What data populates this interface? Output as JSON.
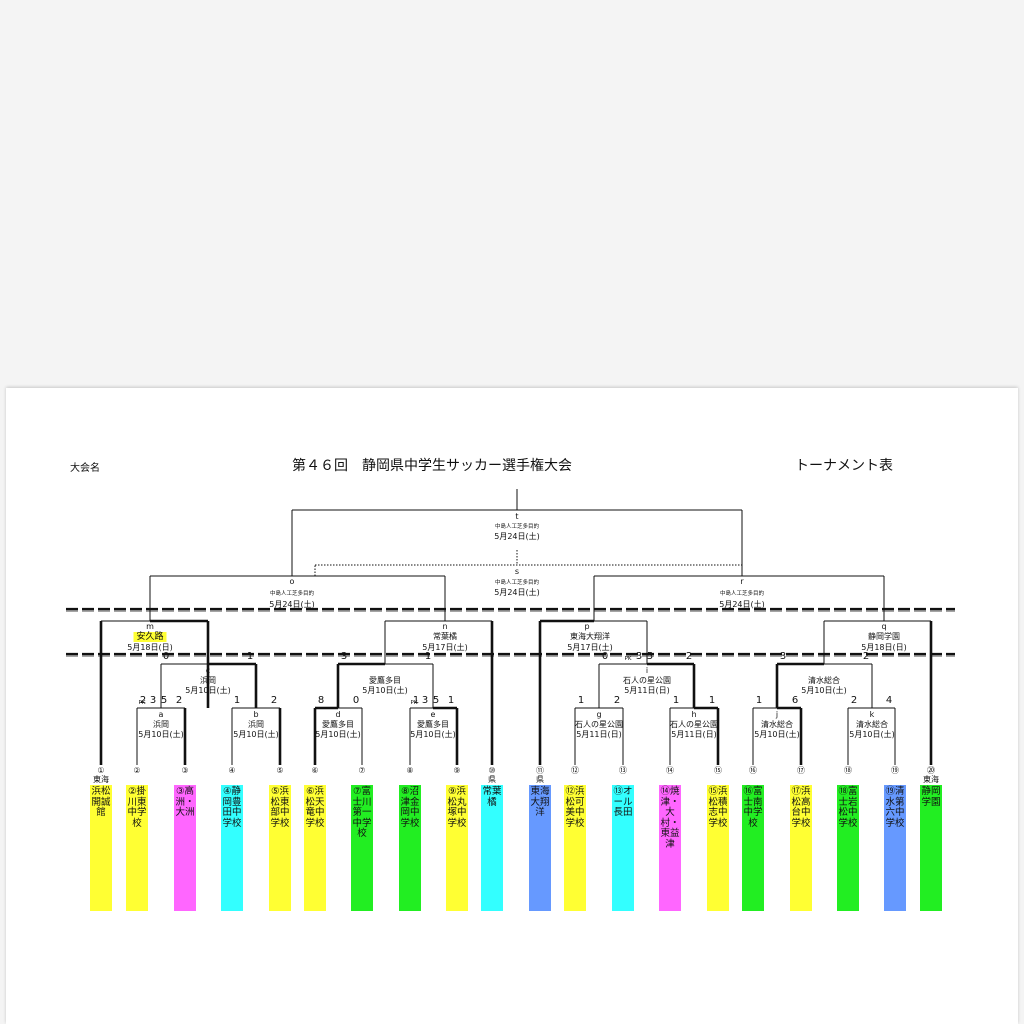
{
  "header": {
    "left": "大会名",
    "title": "第４６回　静岡県中学生サッカー選手権大会",
    "right": "トーナメント表"
  },
  "teams": [
    {
      "seed": "①",
      "above": "東海",
      "name": "浜松開誠館",
      "color": "#ffff33"
    },
    {
      "seed": "②",
      "above": "",
      "name": "②掛川東中学校",
      "color": "#ffff33"
    },
    {
      "seed": "③",
      "above": "",
      "name": "③高洲・大洲",
      "color": "#ff66ff"
    },
    {
      "seed": "④",
      "above": "",
      "name": "④静岡豊田中学校",
      "color": "#33ffff"
    },
    {
      "seed": "⑤",
      "above": "",
      "name": "⑤浜松東部中学校",
      "color": "#ffff33"
    },
    {
      "seed": "⑥",
      "above": "",
      "name": "⑥浜松天竜中学校",
      "color": "#ffff33"
    },
    {
      "seed": "⑦",
      "above": "",
      "name": "⑦富士川第一中学校",
      "color": "#22ee22"
    },
    {
      "seed": "⑧",
      "above": "",
      "name": "⑧沼津金岡中学校",
      "color": "#22ee22"
    },
    {
      "seed": "⑨",
      "above": "",
      "name": "⑨浜松丸塚中学校",
      "color": "#ffff33"
    },
    {
      "seed": "⑩",
      "above": "県",
      "name": "常葉橘",
      "color": "#33ffff"
    },
    {
      "seed": "⑪",
      "above": "県",
      "name": "東海大翔洋",
      "color": "#6699ff"
    },
    {
      "seed": "⑫",
      "above": "",
      "name": "⑫浜松可美中学校",
      "color": "#ffff33"
    },
    {
      "seed": "⑬",
      "above": "",
      "name": "⑬オール長田",
      "color": "#33ffff"
    },
    {
      "seed": "⑭",
      "above": "",
      "name": "⑭焼津・大村・東益津",
      "color": "#ff66ff"
    },
    {
      "seed": "⑮",
      "above": "",
      "name": "⑮浜松積志中学校",
      "color": "#ffff33"
    },
    {
      "seed": "⑯",
      "above": "",
      "name": "⑯富士南中学校",
      "color": "#22ee22"
    },
    {
      "seed": "⑰",
      "above": "",
      "name": "⑰浜松高台中学校",
      "color": "#ffff33"
    },
    {
      "seed": "⑱",
      "above": "",
      "name": "⑱富士岩松中学校",
      "color": "#22ee22"
    },
    {
      "seed": "⑲",
      "above": "",
      "name": "⑲清水第六中学校",
      "color": "#6699ff"
    },
    {
      "seed": "⑳",
      "above": "東海",
      "name": "静岡学園",
      "color": "#22ee22"
    }
  ],
  "matches": {
    "a": {
      "id": "a",
      "winner": "浜岡",
      "date": "5月10日(土)",
      "pk": "PK",
      "score_l": "3",
      "score_r": "5",
      "goals_l": "2",
      "goals_r": "2"
    },
    "b": {
      "id": "b",
      "winner": "浜岡",
      "date": "5月10日(土)",
      "goals_l": "1",
      "goals_r": "2"
    },
    "c": {
      "id": "c",
      "winner": "浜岡",
      "date": "5月10日(土)",
      "goals_l": "0",
      "goals_r": "1"
    },
    "d": {
      "id": "d",
      "winner": "愛鷹多目",
      "date": "5月10日(土)",
      "goals_l": "8",
      "goals_r": "0"
    },
    "e": {
      "id": "e",
      "winner": "愛鷹多目",
      "date": "5月10日(土)",
      "pk": "PK",
      "score_l": "3",
      "score_r": "5",
      "goals_l": "1",
      "goals_r": "1"
    },
    "f": {
      "winner": "愛鷹多目",
      "date": "5月10日(土)",
      "goals_l": "3",
      "goals_r": "1"
    },
    "g": {
      "id": "g",
      "winner": "石人の星公園",
      "date": "5月11日(日)",
      "goals_l": "1",
      "goals_r": "2"
    },
    "h": {
      "id": "h",
      "winner": "石人の星公園",
      "date": "5月11日(日)",
      "goals_l": "1",
      "goals_r": "1"
    },
    "i": {
      "id": "i",
      "winner": "石人の星公園",
      "date": "5月11日(日)",
      "pk": "PK",
      "score_l": "3",
      "score_r": "5",
      "goals_l": "0",
      "goals_r": "2"
    },
    "j": {
      "id": "j",
      "winner": "清水総合",
      "date": "5月10日(土)",
      "goals_l": "1",
      "goals_r": "6"
    },
    "k": {
      "id": "k",
      "winner": "清水総合",
      "date": "5月10日(土)",
      "goals_l": "2",
      "goals_r": "4"
    },
    "l": {
      "winner": "清水総合",
      "date": "5月10日(土)",
      "goals_l": "3",
      "goals_r": "2"
    },
    "m": {
      "id": "m",
      "winner": "安久路",
      "date": "5月18日(日)"
    },
    "n": {
      "id": "n",
      "winner": "常葉橘",
      "date": "5月17日(土)"
    },
    "p": {
      "id": "p",
      "winner": "東海大翔洋",
      "date": "5月17日(土)"
    },
    "q": {
      "id": "q",
      "winner": "静岡学園",
      "date": "5月18日(日)"
    },
    "o": {
      "id": "o",
      "venue": "中島人工芝多目的",
      "date": "5月24日(土)"
    },
    "r": {
      "id": "r",
      "venue": "中島人工芝多目的",
      "date": "5月24日(土)"
    },
    "s": {
      "id": "s",
      "venue": "中島人工芝多目的",
      "date": "5月24日(土)"
    },
    "t": {
      "id": "t",
      "venue": "中島人工芝多目的",
      "date": "5月24日(土)"
    }
  },
  "colors": {
    "line": "#111111",
    "dash": "#111111"
  }
}
